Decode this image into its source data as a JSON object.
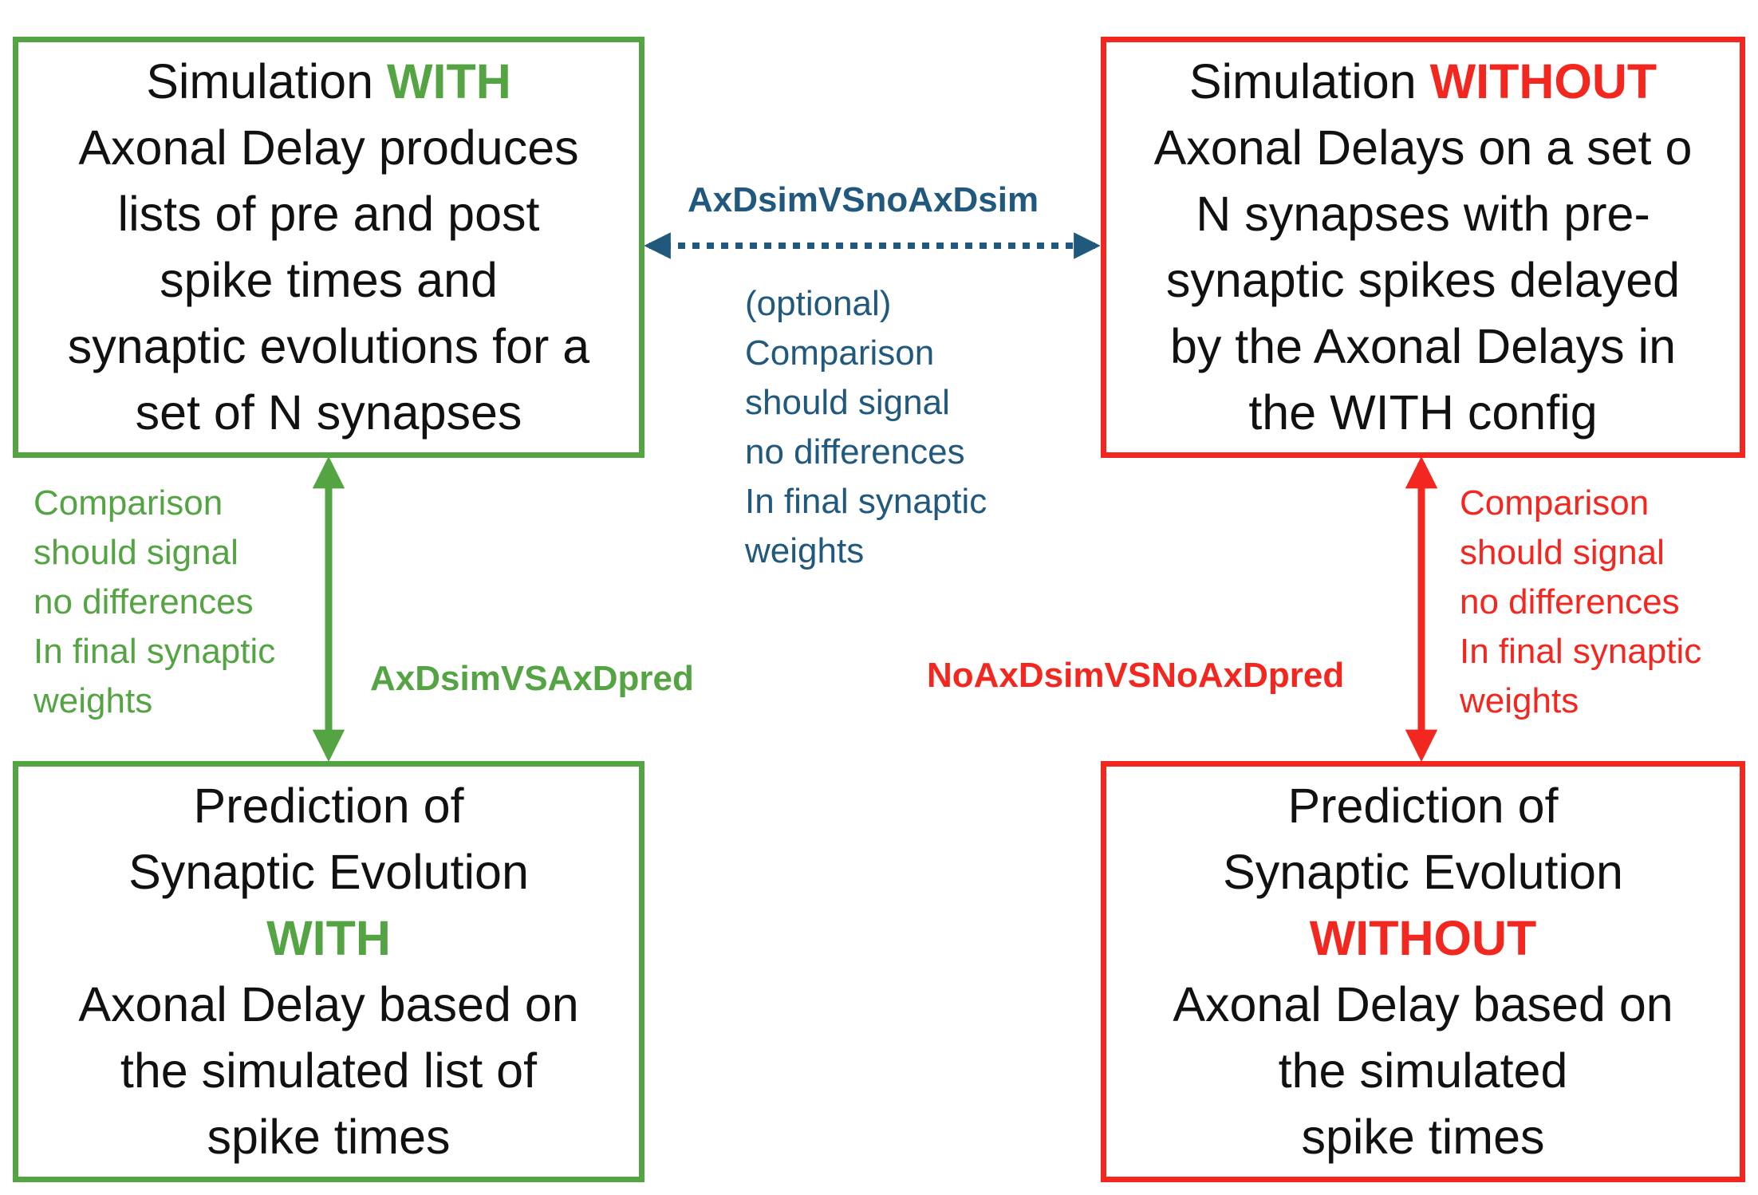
{
  "colors": {
    "with": "#55a443",
    "without": "#f2271f",
    "optional": "#21597e"
  },
  "nodes": {
    "sim_with": {
      "prefix": "Simulation ",
      "keyword": "WITH",
      "lines": [
        "Axonal Delay produces",
        "lists of pre and post",
        "spike times and",
        "synaptic evolutions for a",
        "set of N synapses"
      ]
    },
    "sim_without": {
      "prefix": "Simulation ",
      "keyword": "WITHOUT",
      "lines": [
        "Axonal Delays on a set o",
        "N synapses with pre-",
        "synaptic spikes delayed",
        "by the Axonal Delays in",
        "the WITH config"
      ]
    },
    "pred_with": {
      "line1": "Prediction of",
      "line2": "Synaptic Evolution",
      "keyword": "WITH",
      "lines": [
        "Axonal Delay based on",
        "the simulated list of",
        "spike times"
      ]
    },
    "pred_without": {
      "line1": "Prediction of",
      "line2": "Synaptic Evolution",
      "keyword": "WITHOUT",
      "lines": [
        "Axonal Delay based on",
        "the simulated",
        "spike times"
      ]
    }
  },
  "edges": {
    "top": {
      "label": "AxDsimVSnoAxDsim",
      "style": "dotted",
      "note": [
        "(optional)",
        "Comparison",
        "should signal",
        "no differences",
        "In final synaptic",
        "weights"
      ]
    },
    "left": {
      "label": "AxDsimVSAxDpred",
      "style": "solid",
      "note": [
        "Comparison",
        "should signal",
        "no differences",
        "In final synaptic",
        "weights"
      ]
    },
    "right": {
      "label": "NoAxDsimVSNoAxDpred",
      "style": "solid",
      "note": [
        "Comparison",
        "should signal",
        "no differences",
        "In final synaptic",
        "weights"
      ]
    }
  }
}
